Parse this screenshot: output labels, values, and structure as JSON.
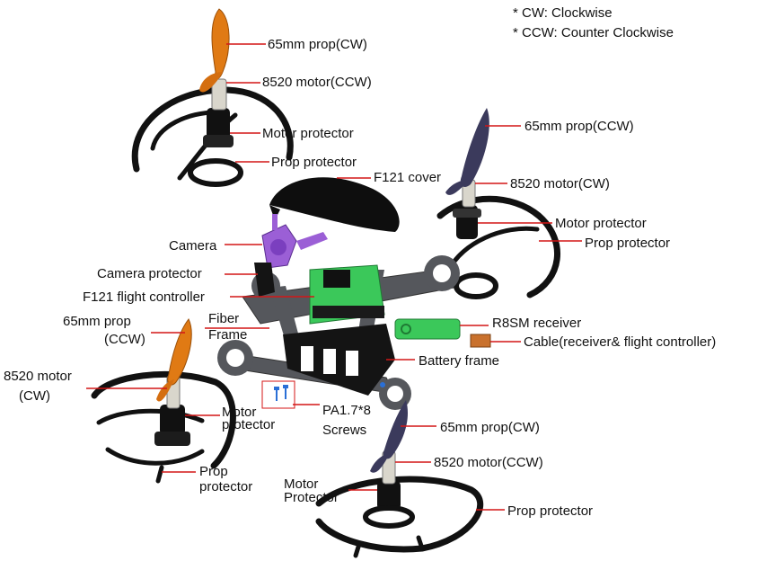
{
  "notes": {
    "cw": "* CW: Clockwise",
    "ccw": "* CCW: Counter Clockwise"
  },
  "labels": {
    "tl_prop": "65mm prop(CW)",
    "tl_motor": "8520 motor(CCW)",
    "tl_motor_protector": "Motor protector",
    "tl_prop_protector": "Prop protector",
    "cover": "F121 cover",
    "camera": "Camera",
    "camera_protector": "Camera protector",
    "flight_controller": "F121 flight controller",
    "tr_prop": "65mm prop(CCW)",
    "tr_motor": "8520 motor(CW)",
    "tr_motor_protector": "Motor protector",
    "tr_prop_protector": "Prop protector",
    "bl_prop_line1": "65mm prop",
    "bl_prop_line2": "(CCW)",
    "fiber_line1": "Fiber",
    "fiber_line2": "Frame",
    "receiver": "R8SM receiver",
    "cable": "Cable(receiver& flight controller)",
    "battery_frame": "Battery frame",
    "bl_motor_line1": "8520 motor",
    "bl_motor_line2": "(CW)",
    "bl_motor_protector_line1": "Motor",
    "bl_motor_protector_line2": "protector",
    "screws_line1": "PA1.7*8",
    "screws_line2": "Screws",
    "bl_prop_protector_line1": "Prop",
    "bl_prop_protector_line2": "protector",
    "br_prop": "65mm prop(CW)",
    "br_motor": "8520 motor(CCW)",
    "br_motor_protector_line1": "Motor",
    "br_motor_protector_line2": "Protector",
    "br_prop_protector": "Prop protector"
  },
  "colors": {
    "leader": "#d41616",
    "orange_prop": "#e07a14",
    "dark_prop": "#3b3a5c",
    "camera": "#9b5fd6",
    "board": "#3bc85a",
    "frame": "#55575c",
    "guard": "#111111"
  }
}
